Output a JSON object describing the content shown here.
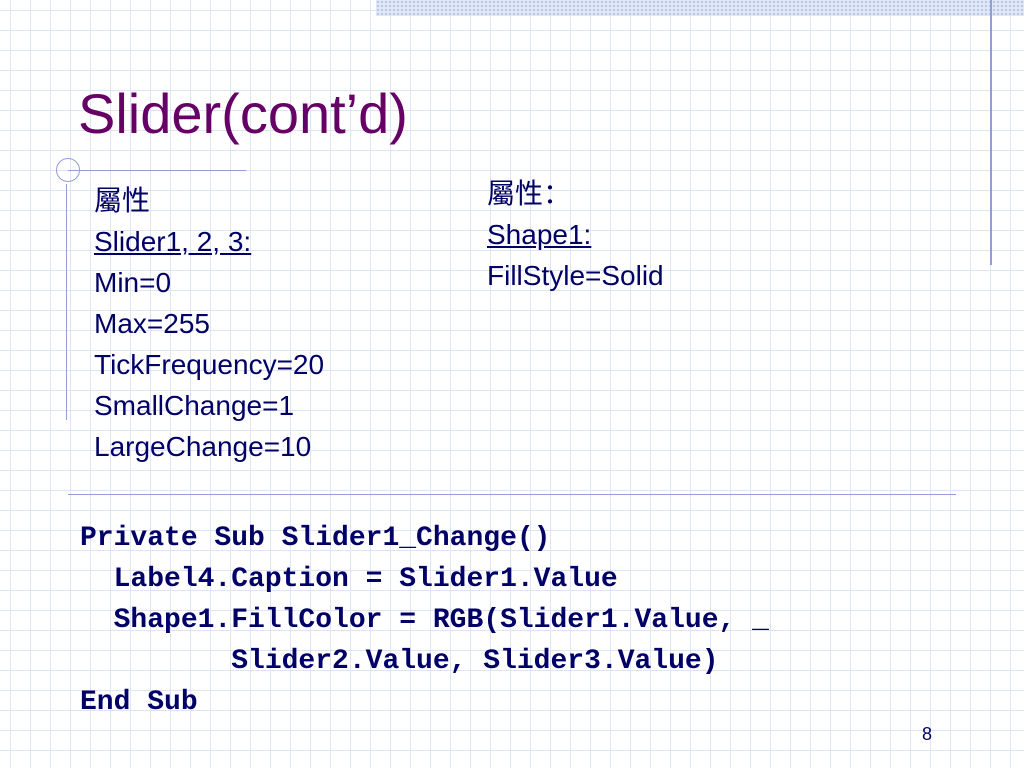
{
  "slide": {
    "title": "Slider(cont’d)",
    "page_number": "8"
  },
  "left_column": {
    "heading": "屬性",
    "subject": "Slider1, 2, 3:",
    "properties": [
      "Min=0",
      "Max=255",
      "TickFrequency=20",
      "SmallChange=1",
      "LargeChange=10"
    ]
  },
  "right_column": {
    "heading": "屬性：",
    "subject": "Shape1:",
    "properties": [
      "FillStyle=Solid"
    ]
  },
  "code": {
    "lines": [
      "Private Sub Slider1_Change()",
      "  Label4.Caption = Slider1.Value",
      "  Shape1.FillColor = RGB(Slider1.Value, _",
      "         Slider2.Value, Slider3.Value)",
      "End Sub"
    ]
  },
  "colors": {
    "title": "#660066",
    "body_text": "#000066",
    "accent_lines": "#8f9fd3",
    "grid": "#dde4f2"
  }
}
